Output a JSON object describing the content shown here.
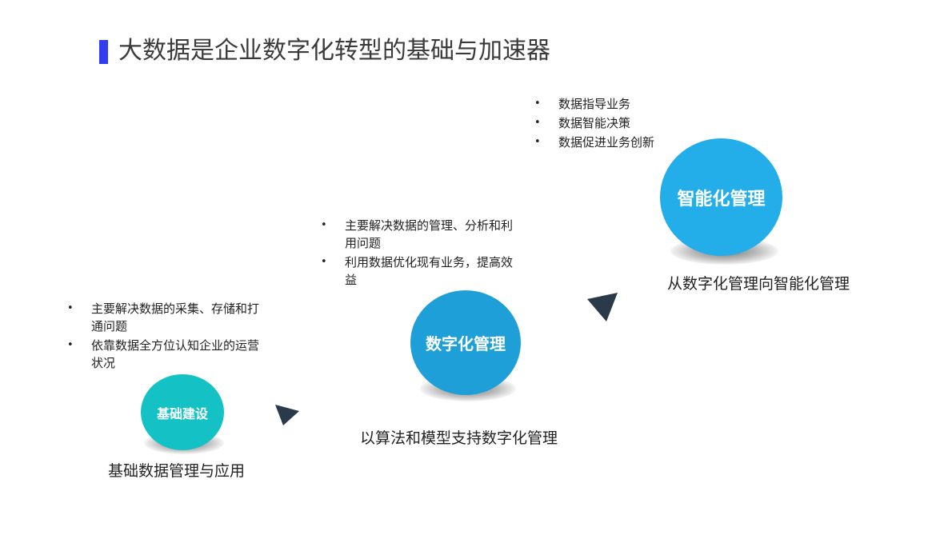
{
  "title": "大数据是企业数字化转型的基础与加速器",
  "stages": [
    {
      "circle_label": "基础建设",
      "caption": "基础数据管理与应用",
      "bullets": [
        "主要解决数据的采集、存储和打通问题",
        "依靠数据全方位认知企业的运营状况"
      ],
      "color": "#14c2c6"
    },
    {
      "circle_label": "数字化管理",
      "caption": "以算法和模型支持数字化管理",
      "bullets": [
        "主要解决数据的管理、分析和利用问题",
        "利用数据优化现有业务，提高效益"
      ],
      "color": "#1f9fd7"
    },
    {
      "circle_label": "智能化管理",
      "caption": "从数字化管理向智能化管理",
      "bullets": [
        "数据指导业务",
        "数据智能决策",
        "数据促进业务创新"
      ],
      "color": "#23aeea"
    }
  ],
  "colors": {
    "accent_bar": "#2f3cf0",
    "arrow": "#2b3a4a"
  }
}
